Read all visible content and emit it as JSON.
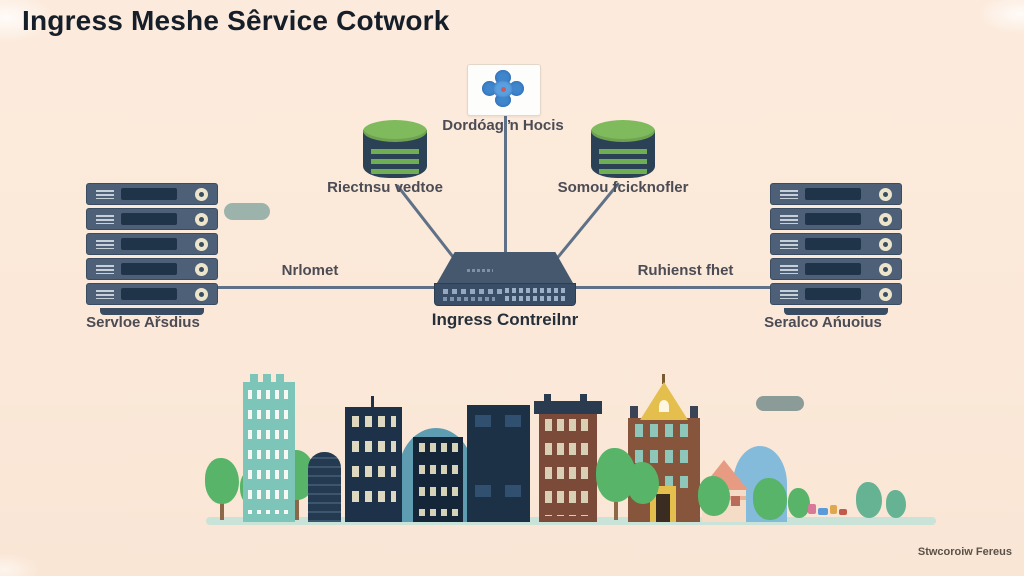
{
  "title": "Ingress Meshe Sêrvice Cotwork",
  "nodes": {
    "orchestrator": {
      "icon": "kubernetes-pinwheel-icon",
      "label": "Dordóag ŉ Hocis"
    },
    "db_left": {
      "icon": "database-icon",
      "label": "Riectnsu vedtoe"
    },
    "db_right": {
      "icon": "database-icon",
      "label": "Somou fcicknofler"
    },
    "rack_left": {
      "icon": "server-rack-icon",
      "label": "Servloe Ařsdius"
    },
    "rack_right": {
      "icon": "server-rack-icon",
      "label": "Seralco Ańuoius"
    },
    "switch": {
      "icon": "network-switch-icon",
      "label": "Ingress Contreilnr"
    }
  },
  "links": {
    "left": {
      "label": "Nrlomet"
    },
    "right": {
      "label": "Ruhienst fhet"
    }
  },
  "footer": {
    "caption": "Stwcoroiw Fereus"
  },
  "colors": {
    "background": "#fbe9da",
    "line": "#5f7186",
    "server_chassis": "#4d6078",
    "database_green": "#7fba5c",
    "icon_blue": "#3f86cc",
    "ground": "#c9e3d8",
    "title_text": "#161e29",
    "label_text": "#4c4c55"
  }
}
